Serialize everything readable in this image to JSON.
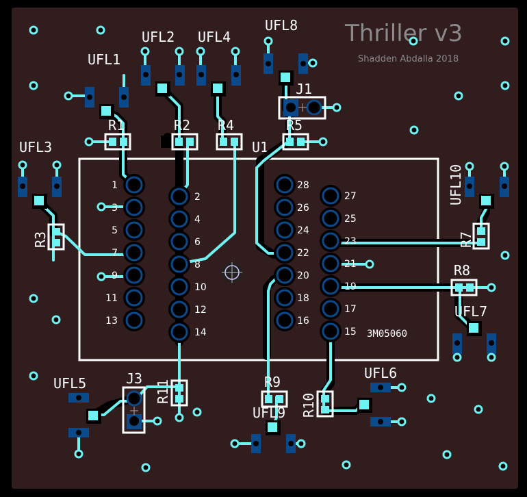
{
  "board": {
    "title": "Thriller  v3",
    "subtitle": "Shadden Abdalla 2018",
    "colors": {
      "background": "#000000",
      "substrate": "#311c1e",
      "copper_trace": "#6ff2f2",
      "through_hole_pad": "#0a4a8a",
      "silkscreen": "#ffffff",
      "title_text": "#8a8a8a"
    }
  },
  "ic": {
    "ref": "U1",
    "part": "3M05060",
    "pins_left_outer": [
      "1",
      "3",
      "5",
      "7",
      "9",
      "11",
      "13"
    ],
    "pins_left_inner": [
      "2",
      "4",
      "6",
      "8",
      "10",
      "12",
      "14"
    ],
    "pins_right_inner": [
      "28",
      "26",
      "24",
      "22",
      "20",
      "18",
      "16"
    ],
    "pins_right_outer": [
      "27",
      "25",
      "23",
      "21",
      "19",
      "17",
      "15"
    ]
  },
  "connectors": {
    "ufl": [
      "UFL1",
      "UFL2",
      "UFL3",
      "UFL4",
      "UFL5",
      "UFL6",
      "UFL7",
      "UFL8",
      "UFL9",
      "UFL10"
    ],
    "headers": [
      "J1",
      "J3"
    ]
  },
  "resistors": [
    "R1",
    "R2",
    "R3",
    "R4",
    "R5",
    "R7",
    "R8",
    "R9",
    "R10",
    "R11"
  ]
}
